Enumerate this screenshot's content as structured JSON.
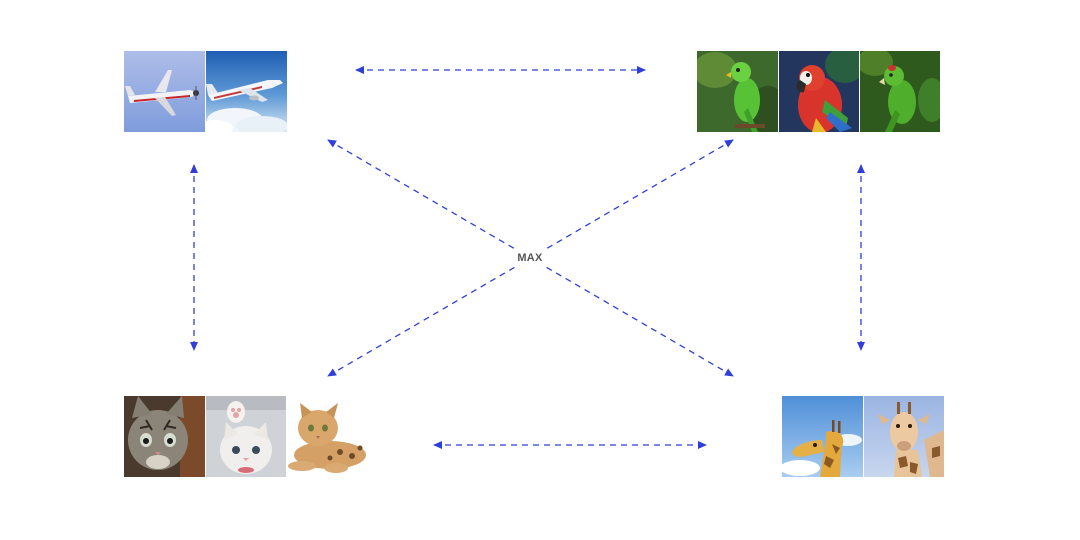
{
  "center_label": "MAX",
  "colors": {
    "arrow": "#2f3fd9",
    "label": "#555555"
  },
  "groups": [
    {
      "id": "airplanes",
      "images": [
        {
          "subject": "small-propeller-airplane",
          "sky": "#8fa9e0",
          "body": "#f4f4f6",
          "accent": "#c5252c"
        },
        {
          "subject": "passenger-jet-airliner",
          "sky": "#2b6fc0",
          "body": "#f2f4f8",
          "accent": "#c33a3a"
        }
      ]
    },
    {
      "id": "parrots",
      "images": [
        {
          "subject": "green-parakeet",
          "bg": "#3a6a2a",
          "bird": "#57c236",
          "accent": "#e8b92a"
        },
        {
          "subject": "scarlet-macaw",
          "bg": "#1f2f52",
          "bird": "#d9342b",
          "accent": "#3f9f3a"
        },
        {
          "subject": "green-parrot",
          "bg": "#2c5a1c",
          "bird": "#4fae2c",
          "accent": "#c9332f"
        }
      ]
    },
    {
      "id": "kittens",
      "images": [
        {
          "subject": "tabby-kitten",
          "bg": "#4a3a2e",
          "fur": "#8b8478",
          "accent": "#2f2a25"
        },
        {
          "subject": "white-kitten-waving",
          "bg": "#cfd2d6",
          "fur": "#f1efed",
          "accent": "#e2a3a3"
        },
        {
          "subject": "bengal-cat-lying",
          "bg": "#ffffff",
          "fur": "#d4a066",
          "accent": "#6e4a26"
        }
      ]
    },
    {
      "id": "giraffes",
      "images": [
        {
          "subject": "giraffe-head-side",
          "sky": "#5f9fe0",
          "fur": "#e3a93d",
          "accent": "#7a4a1a"
        },
        {
          "subject": "giraffe-head-front",
          "sky": "#a8c0e6",
          "fur": "#e8c49a",
          "accent": "#8a5a2c"
        }
      ]
    }
  ]
}
